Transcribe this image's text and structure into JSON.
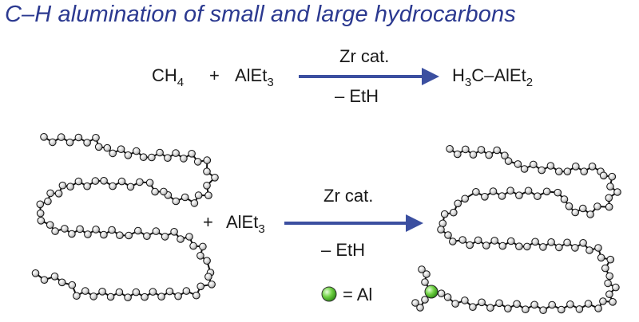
{
  "title": "C–H alumination of small and large hydrocarbons",
  "colors": {
    "title": "#2b3990",
    "arrow": "#3b4fa0",
    "aluminum": "#5fc93a",
    "chain_atom": "#d9d9d9"
  },
  "reaction_small": {
    "reactant1": {
      "base": "CH",
      "sub": "4"
    },
    "plus": "+",
    "reactant2": {
      "base": "AlEt",
      "sub": "3"
    },
    "catalyst": "Zr cat.",
    "byproduct": "– EtH",
    "product": {
      "p1": "H",
      "s1": "3",
      "p2": "C–AlEt",
      "s2": "2"
    }
  },
  "reaction_large": {
    "plus": "+",
    "reactant2": {
      "base": "AlEt",
      "sub": "3"
    },
    "catalyst": "Zr cat.",
    "byproduct": "– EtH"
  },
  "legend": {
    "icon": "aluminum-atom-icon",
    "text": "= Al"
  }
}
